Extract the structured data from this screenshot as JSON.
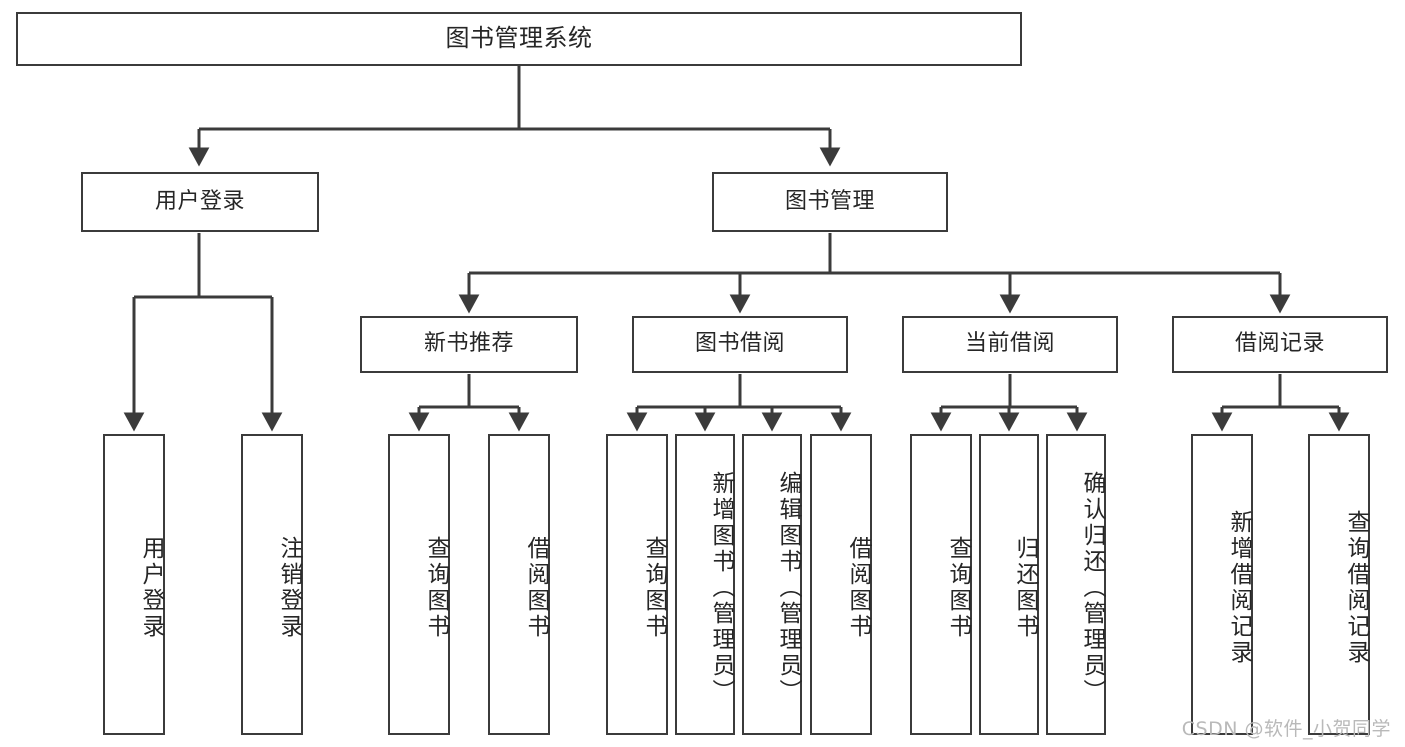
{
  "diagram": {
    "title": "图书管理系统",
    "type": "tree-hierarchy-diagram",
    "colors": {
      "background": "#ffffff",
      "box_border": "#3b3b3b",
      "box_fill": "#ffffff",
      "text": "#262626",
      "connector": "#3b3b3b",
      "watermark": "#b9b9b9"
    },
    "root": {
      "label": "图书管理系统"
    },
    "level2": [
      {
        "label": "用户登录"
      },
      {
        "label": "图书管理"
      }
    ],
    "level3": [
      {
        "label": "新书推荐"
      },
      {
        "label": "图书借阅"
      },
      {
        "label": "当前借阅"
      },
      {
        "label": "借阅记录"
      }
    ],
    "leaves": {
      "user_login": [
        {
          "label": "用户登录"
        },
        {
          "label": "注销登录"
        }
      ],
      "new_book_recommend": [
        {
          "label": "查询图书"
        },
        {
          "label": "借阅图书"
        }
      ],
      "book_borrow": [
        {
          "label": "查询图书"
        },
        {
          "label": "新增图书（管理员）"
        },
        {
          "label": "编辑图书（管理员）"
        },
        {
          "label": "借阅图书"
        }
      ],
      "current_borrow": [
        {
          "label": "查询图书"
        },
        {
          "label": "归还图书"
        },
        {
          "label": "确认归还（管理员）"
        }
      ],
      "borrow_record": [
        {
          "label": "新增借阅记录"
        },
        {
          "label": "查询借阅记录"
        }
      ]
    },
    "watermark": "CSDN @软件_小贺同学"
  }
}
